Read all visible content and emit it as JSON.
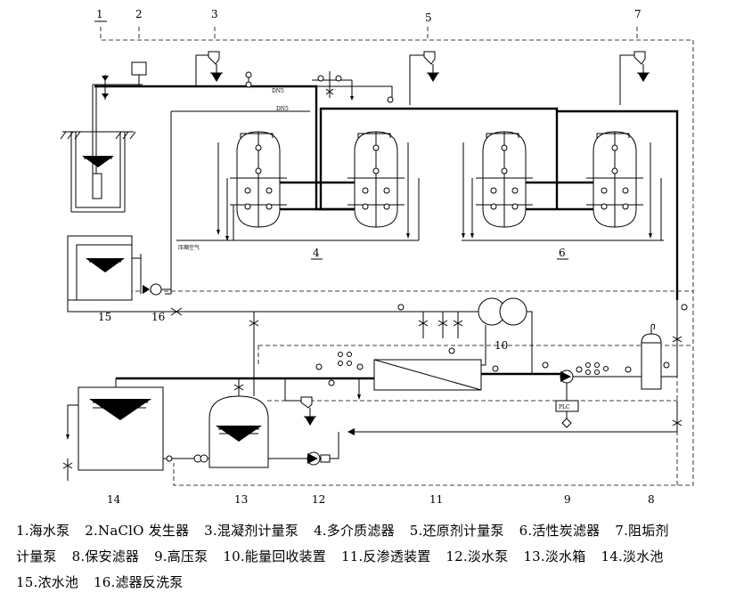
{
  "diagram": {
    "labels": {
      "n1": "1",
      "n2": "2",
      "n3": "3",
      "n4": "4",
      "n5": "5",
      "n6": "6",
      "n7": "7",
      "n8": "8",
      "n9": "9",
      "n10": "10",
      "n11": "11",
      "n12": "12",
      "n13": "13",
      "n14": "14",
      "n15": "15",
      "n16": "16"
    },
    "compressed_air": "压缩空气",
    "plc": "PLC"
  },
  "legend": [
    "1.海水泵",
    "2.NaClO 发生器",
    "3.混凝剂计量泵",
    "4.多介质滤器",
    "5.还原剂计量泵",
    "6.活性炭滤器",
    "7.阻垢剂",
    "计量泵",
    "8.保安滤器",
    "9.高压泵",
    "10.能量回收装置",
    "11.反渗透装置",
    "12.淡水泵",
    "13.淡水箱",
    "14.淡水池",
    "15.浓水池",
    "16.滤器反洗泵"
  ]
}
